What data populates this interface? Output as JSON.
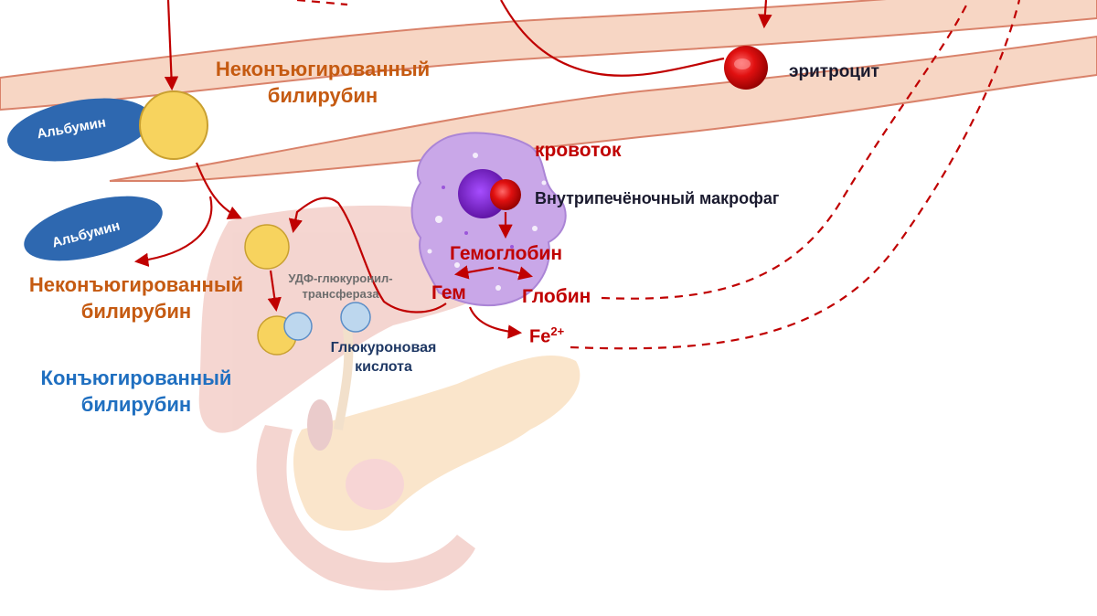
{
  "labels": {
    "albumin_top": "Альбумин",
    "albumin_mid": "Альбумин",
    "unconj_top": "Неконъюгированный билирубин",
    "unconj_mid": "Неконъюгированный билирубин",
    "conj": "Конъюгированный билирубин",
    "erythrocyte": "эритроцит",
    "bloodstream": "кровоток",
    "macrophage": "Внутрипечёночный макрофаг",
    "hemoglobin": "Гемоглобин",
    "heme": "Гем",
    "globin": "Глобин",
    "iron": "Fe",
    "iron_charge": "2+",
    "enzyme": "УДФ-глюкуронил-трансфераза",
    "glucuronic_acid": "Глюкуроновая кислота"
  },
  "colors": {
    "arrow": "#c00000",
    "vessel_fill": "#f7d6c4",
    "vessel_stroke": "#d9826a",
    "albumin": "#2e68b0",
    "bilirubin": "#f7d35e",
    "glucuronic": "#bdd7ee",
    "macrophage": "#c9a7e8",
    "nucleus": "#7b1fd1",
    "orange_text": "#c55a11",
    "blue_text": "#1f6fc0"
  }
}
